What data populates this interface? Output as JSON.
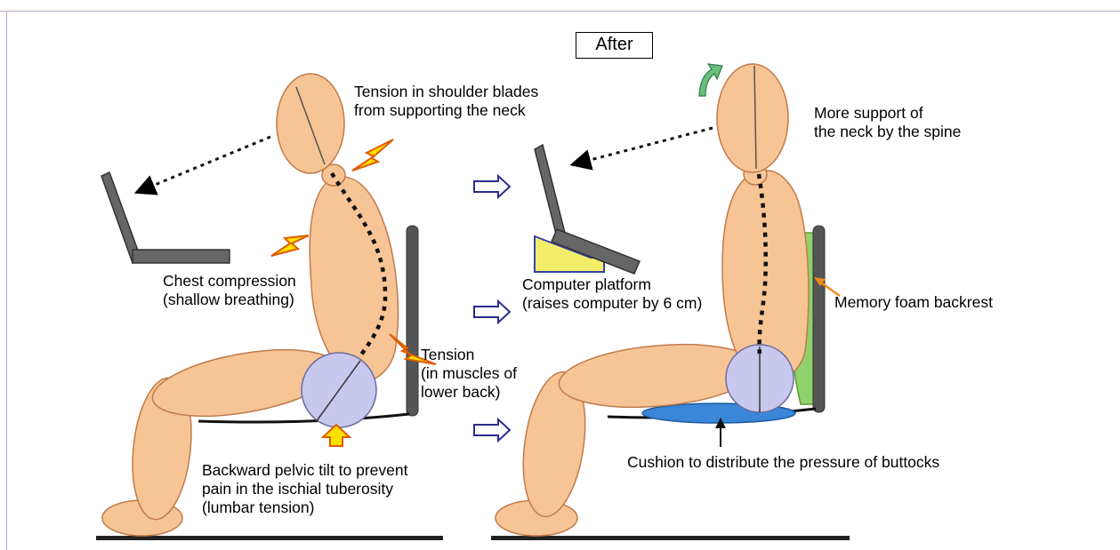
{
  "title": "After",
  "labels": {
    "shoulder_tension": [
      "Tension in shoulder blades",
      "from supporting the neck"
    ],
    "chest_compression": [
      "Chest compression",
      "(shallow breathing)"
    ],
    "lower_back_tension": [
      "Tension",
      "(in muscles of",
      "lower back)"
    ],
    "pelvic_tilt": [
      "Backward pelvic tilt to prevent",
      "pain in the ischial tuberosity",
      "(lumbar tension)"
    ],
    "neck_support": [
      "More support of",
      "the neck by the spine"
    ],
    "computer_platform": [
      "Computer platform",
      "(raises computer by 6 cm)"
    ],
    "memory_foam": [
      "Memory foam backrest"
    ],
    "cushion": [
      "Cushion to distribute the pressure of buttocks"
    ]
  },
  "colors": {
    "body": "#f7c496",
    "body_outline": "#c07a4a",
    "pelvis": "#c8c8ee",
    "chair": "#555555",
    "laptop": "#666666",
    "lightning": "#ffe100",
    "lightning_outline": "#e05a00",
    "arrow_outline": "#2a2a90",
    "platform": "#f2ee6a",
    "platform_outline": "#3540b0",
    "backrest": "#8fd16a",
    "cushion": "#3a86d8",
    "curved_arrow": "#6abf7a",
    "foam_arrow": "#ef8a1a"
  }
}
